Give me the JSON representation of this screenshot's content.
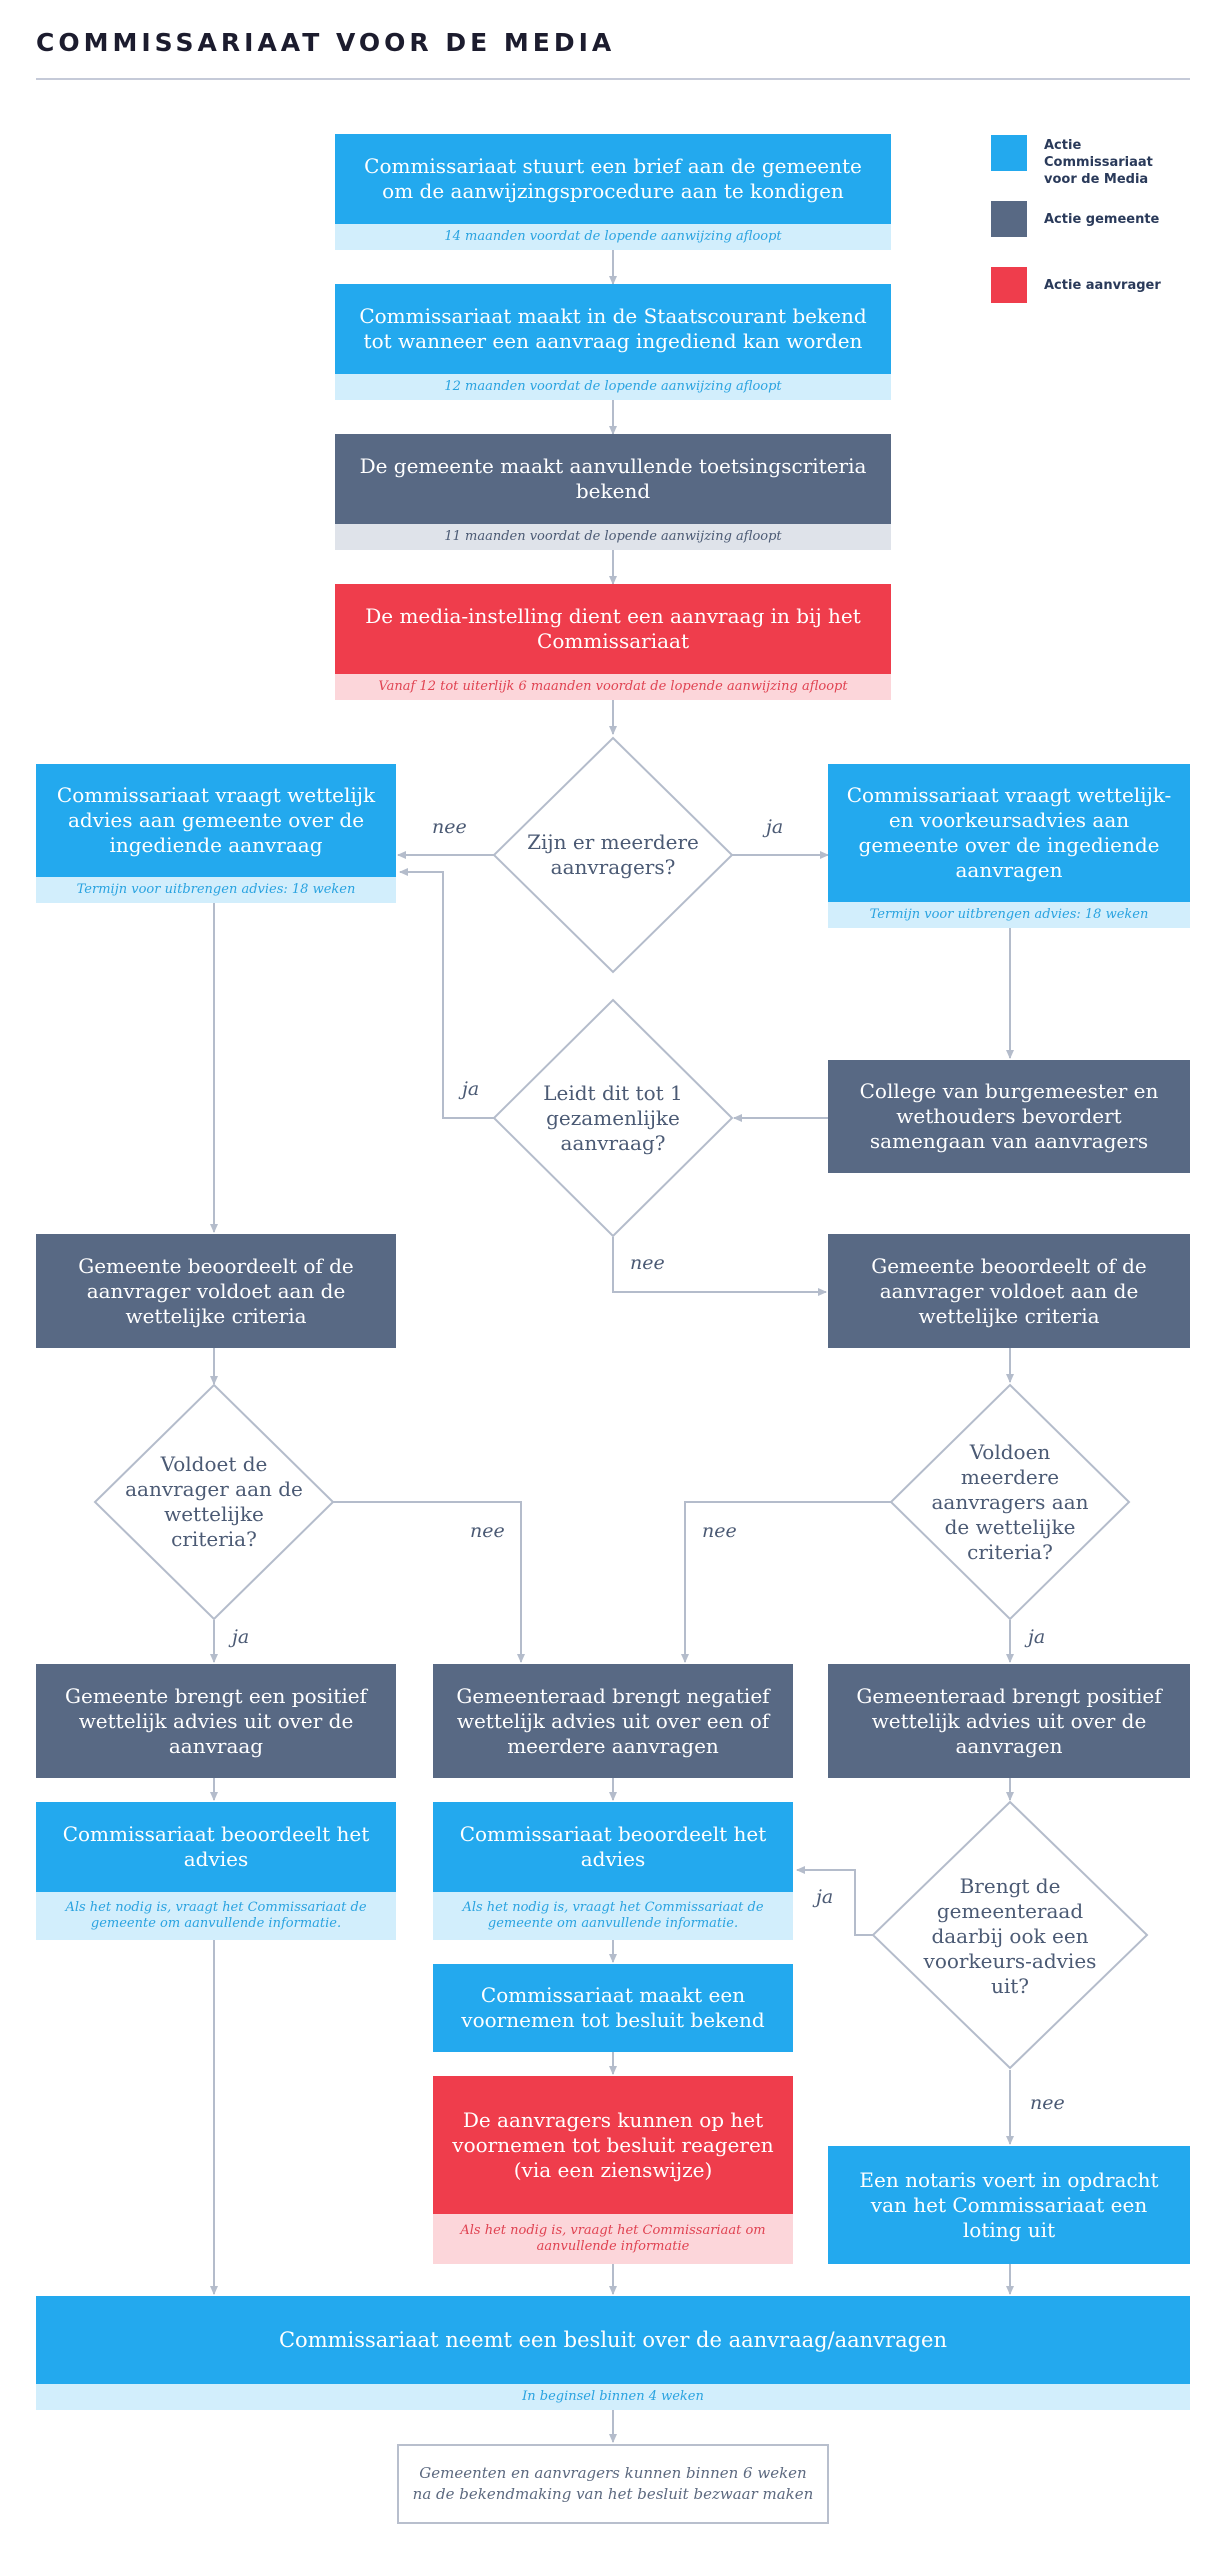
{
  "header": {
    "title": "COMMISSARIAAT VOOR DE MEDIA"
  },
  "legend": [
    {
      "label": "Actie Commissariaat voor de Media",
      "color": "#23a9ee"
    },
    {
      "label": "Actie gemeente",
      "color": "#586984"
    },
    {
      "label": "Actie aanvrager",
      "color": "#ef3d4c"
    }
  ],
  "steps": {
    "s1": {
      "text": "Commissariaat stuurt een brief aan de gemeente om de aanwijzingsprocedure aan te kondigen",
      "note": "14 maanden voordat de lopende aanwijzing afloopt"
    },
    "s2": {
      "text": "Commissariaat maakt in de Staatscourant bekend tot wanneer een aanvraag ingediend kan worden",
      "note": "12 maanden voordat de lopende aanwijzing afloopt"
    },
    "s3": {
      "text": "De gemeente maakt aanvullende toetsingscriteria bekend",
      "note": "11 maanden voordat de lopende aanwijzing afloopt"
    },
    "s4": {
      "text": "De media-instelling dient een aanvraag in bij het Commissariaat",
      "note": "Vanaf 12 tot uiterlijk 6 maanden voordat de lopende aanwijzing afloopt"
    },
    "left_advice": {
      "text": "Commissariaat vraagt wettelijk advies aan gemeente over de ingediende aanvraag",
      "note": "Termijn voor uitbrengen advies: 18 weken"
    },
    "right_advice": {
      "text": "Commissariaat vraagt wettelijk- en voorkeursadvies aan gemeente over de ingediende aanvragen",
      "note": "Termijn voor uitbrengen advies: 18 weken"
    },
    "college": {
      "text": "College van burgemeester en wethouders bevordert samengaan van aanvragers"
    },
    "left_assess": {
      "text": "Gemeente beoordeelt of de aanvrager voldoet aan de wettelijke criteria"
    },
    "right_assess": {
      "text": "Gemeente beoordeelt of de aanvrager voldoet aan de wettelijke criteria"
    },
    "left_positive": {
      "text": "Gemeente brengt een positief wettelijk advies uit over de aanvraag"
    },
    "mid_negative": {
      "text": "Gemeenteraad brengt negatief wettelijk advies uit over een of meerdere aanvragen"
    },
    "right_positive": {
      "text": "Gemeenteraad brengt positief wettelijk advies uit over de aanvragen"
    },
    "left_review": {
      "text": "Commissariaat beoordeelt het advies",
      "note": "Als het nodig is, vraagt het Commissariaat de gemeente om aanvullende informatie."
    },
    "mid_review": {
      "text": "Commissariaat beoordeelt het advies",
      "note": "Als het nodig is, vraagt het Commissariaat de gemeente om aanvullende informatie."
    },
    "intention": {
      "text": "Commissariaat maakt een voornemen tot besluit bekend"
    },
    "react": {
      "text": "De aanvragers kunnen op het voornemen tot besluit reageren (via een zienswijze)",
      "note": "Als het nodig is, vraagt het Commissariaat om aanvullende informatie"
    },
    "lottery": {
      "text": "Een notaris voert in opdracht van het Commissariaat een loting uit"
    },
    "decision": {
      "text": "Commissariaat neemt een besluit over de aanvraag/aanvragen",
      "note": "In beginsel binnen 4 weken"
    },
    "objection": {
      "text": "Gemeenten en aanvragers kunnen binnen 6 weken na de bekendmaking van het besluit bezwaar maken"
    }
  },
  "decisions": {
    "d1": "Zijn er meerdere aanvragers?",
    "d2": "Leidt dit tot 1 gezamenlijke aanvraag?",
    "d3": "Voldoet de aanvrager aan de wettelijke criteria?",
    "d4": "Voldoen meerdere aanvragers aan de wettelijke criteria?",
    "d5": "Brengt de gemeenteraad daarbij ook een voorkeurs-advies uit?"
  },
  "labels": {
    "yes": "ja",
    "no": "nee"
  }
}
